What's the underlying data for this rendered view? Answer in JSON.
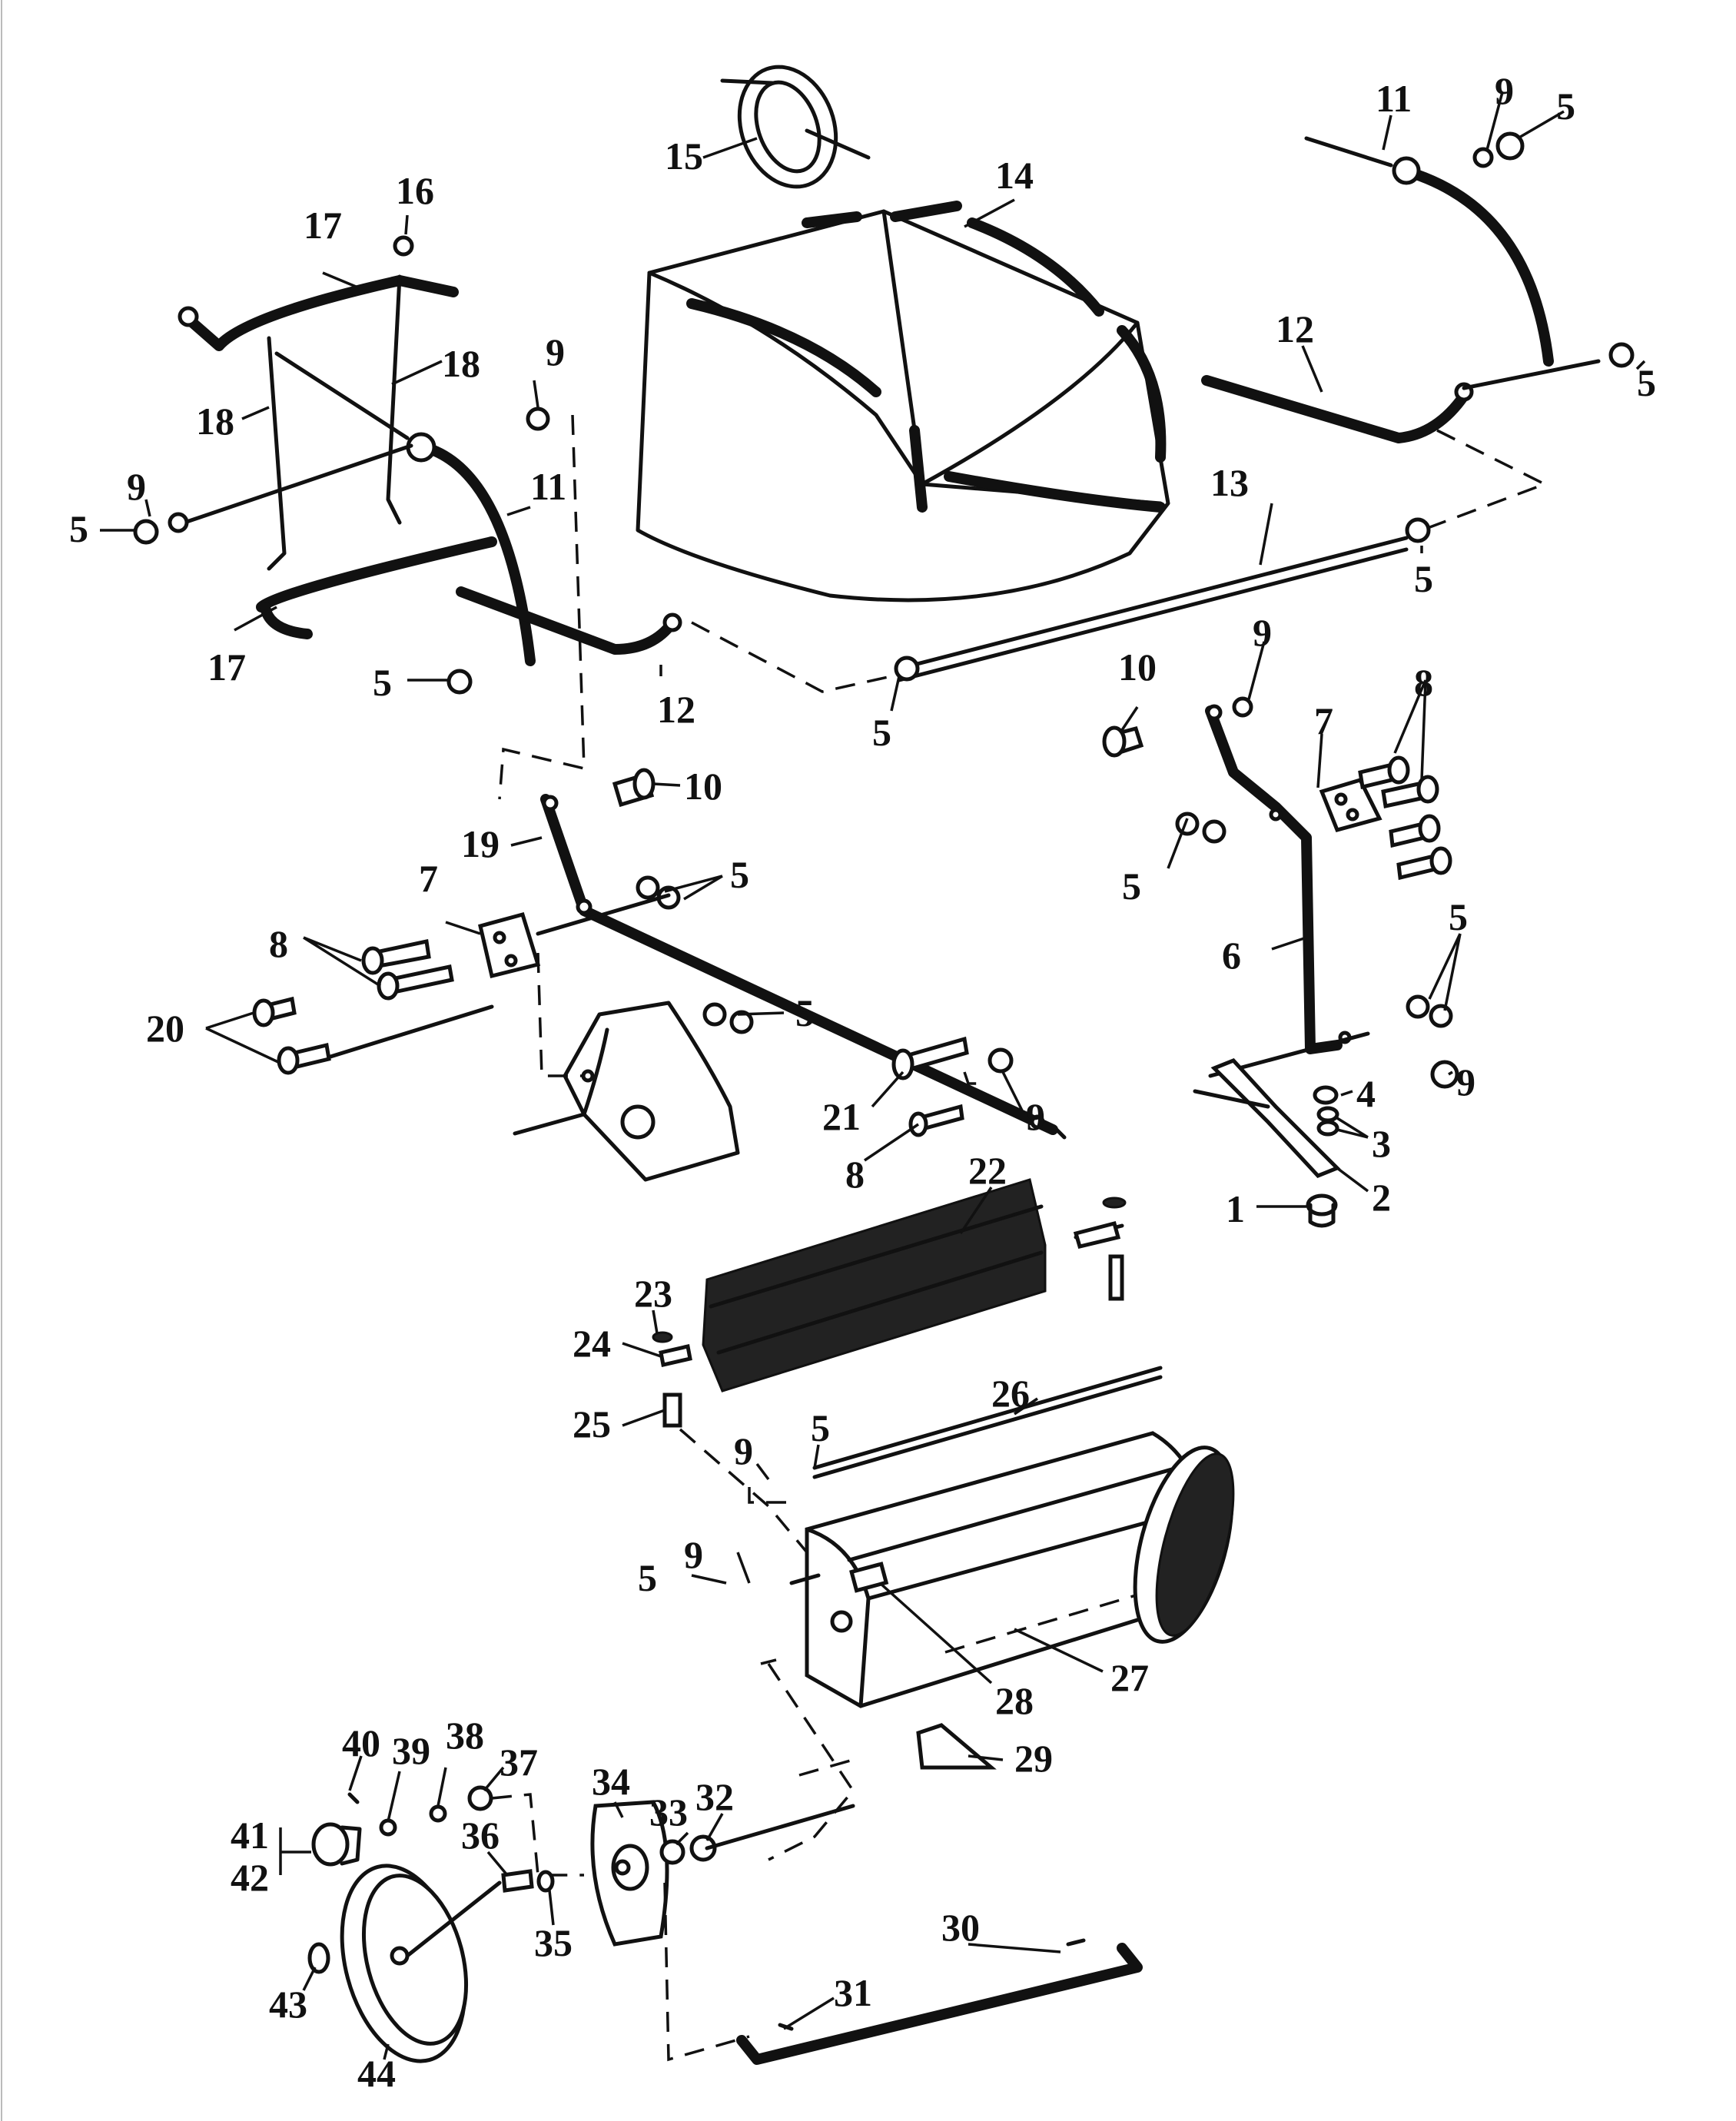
{
  "diagram": {
    "type": "exploded-parts-diagram",
    "labels": [
      "1",
      "2",
      "3",
      "4",
      "5",
      "6",
      "7",
      "8",
      "9",
      "10",
      "11",
      "12",
      "13",
      "14",
      "15",
      "16",
      "17",
      "18",
      "19",
      "20",
      "21",
      "22",
      "23",
      "24",
      "25",
      "26",
      "27",
      "28",
      "29",
      "30",
      "31",
      "32",
      "33",
      "34",
      "35",
      "36",
      "37",
      "38",
      "39",
      "40",
      "41",
      "42",
      "43",
      "44"
    ],
    "callouts": {
      "c11a": "11",
      "c9a": "9",
      "c5a": "5",
      "c14": "14",
      "c15": "15",
      "c16": "16",
      "c17a": "17",
      "c18a": "18",
      "c18b": "18",
      "c9b": "9",
      "c9c": "9",
      "c5b": "5",
      "c11b": "11",
      "c12a": "12",
      "c5c": "5",
      "c13": "13",
      "c5d": "5",
      "c17b": "17",
      "c5e": "5",
      "c12b": "12",
      "c5f": "5",
      "c10a": "10",
      "c9d": "9",
      "c8a": "8",
      "c7a": "7",
      "c10b": "10",
      "c19": "19",
      "c5g": "5",
      "c7b": "7",
      "c8b": "8",
      "c20": "20",
      "c5h": "5",
      "c5i": "5",
      "c6": "6",
      "c5j": "5",
      "c9e": "9",
      "c21": "21",
      "c9f": "9",
      "c8c": "8",
      "c4": "4",
      "c3": "3",
      "c22": "22",
      "c2": "2",
      "c1": "1",
      "c23": "23",
      "c24": "24",
      "c25": "25",
      "c26": "26",
      "c9g": "9",
      "c5k": "5",
      "c9h": "9",
      "c5l": "5",
      "c28": "28",
      "c27": "27",
      "c29": "29",
      "c40": "40",
      "c39": "39",
      "c38": "38",
      "c37": "37",
      "c34": "34",
      "c33": "33",
      "c32": "32",
      "c41": "41",
      "c42": "42",
      "c36": "36",
      "c35": "35",
      "c30": "30",
      "c31": "31",
      "c43": "43",
      "c44": "44"
    }
  }
}
